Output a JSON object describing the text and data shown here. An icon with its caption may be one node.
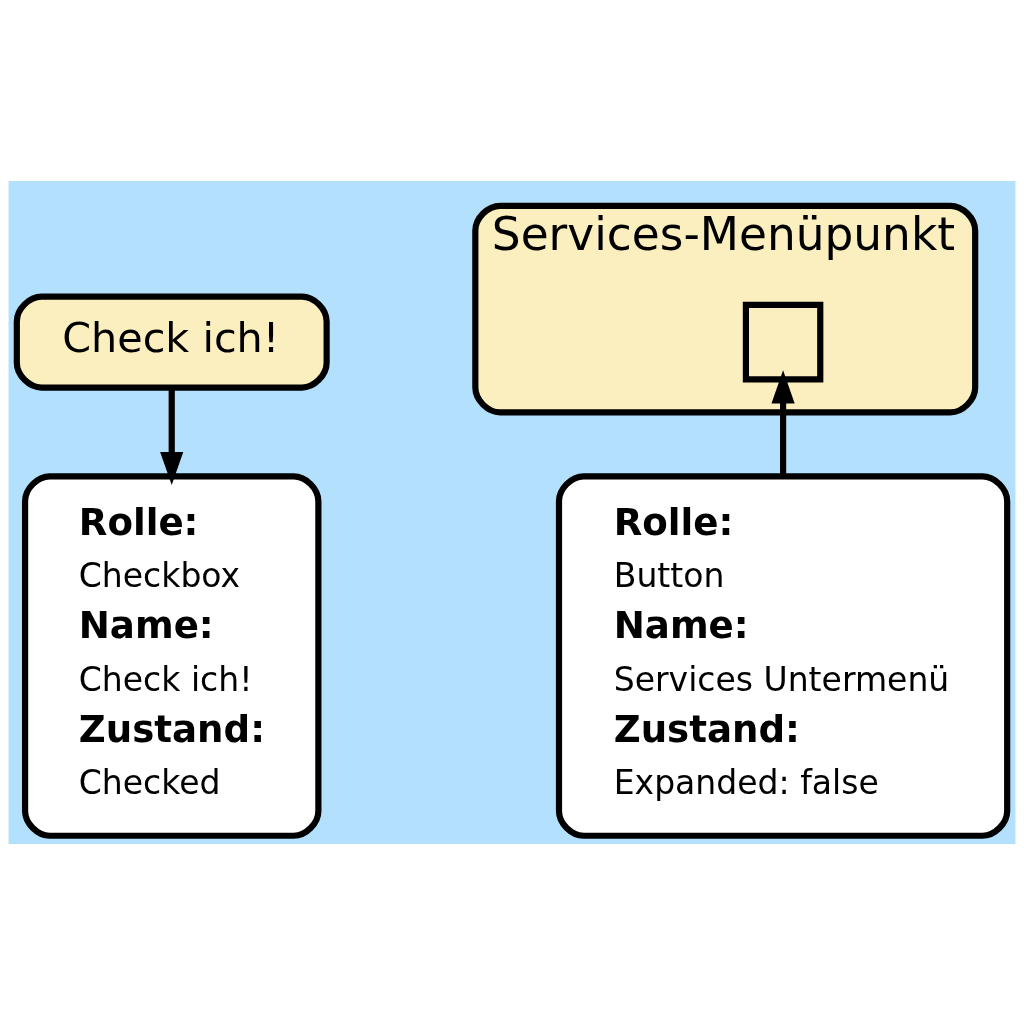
{
  "diagram": {
    "nodes": [
      {
        "text": [
          "Check ich!"
        ]
      },
      {
        "text": [
          "Rolle:",
          "Checkbox",
          "Name:",
          "Check ich!",
          "Zustand:",
          "Checked"
        ]
      },
      {
        "text": [
          "Services-Menüpunkt"
        ]
      },
      {
        "text": [],
        "shape": "box",
        "in": 2
      },
      {
        "text": [
          "Rolle:",
          "Button",
          "Name:",
          "Services Untermenü",
          "Zustand:",
          "Expanded: false"
        ]
      }
    ],
    "edges": [
      {
        "from": 0,
        "to": 1,
        "arrow": "to"
      },
      {
        "from": 4,
        "to": 3,
        "arrow": "to"
      }
    ]
  }
}
